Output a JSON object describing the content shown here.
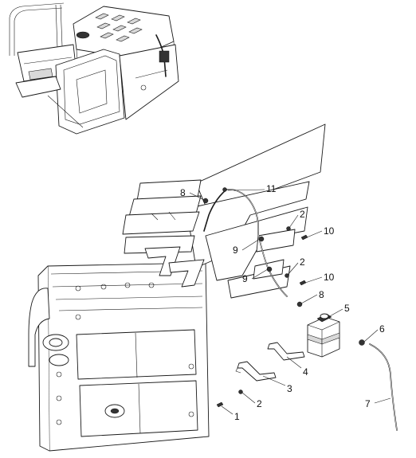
{
  "callouts": {
    "c1": "1",
    "c2a": "2",
    "c2b": "2",
    "c2c": "2",
    "c3": "3",
    "c4": "4",
    "c5": "5",
    "c6": "6",
    "c7": "7",
    "c8a": "8",
    "c8b": "8",
    "c9a": "9",
    "c9b": "9",
    "c10a": "10",
    "c10b": "10",
    "c11": "11"
  }
}
